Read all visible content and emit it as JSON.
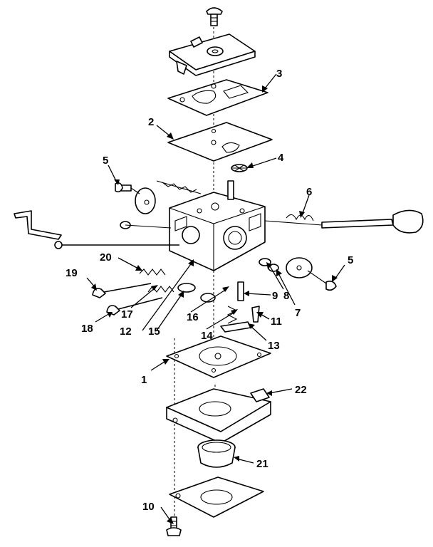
{
  "callouts": [
    {
      "text": "1"
    },
    {
      "text": "2"
    },
    {
      "text": "3"
    },
    {
      "text": "4"
    },
    {
      "text": "5"
    },
    {
      "text": "5"
    },
    {
      "text": "6"
    },
    {
      "text": "7"
    },
    {
      "text": "8"
    },
    {
      "text": "9"
    },
    {
      "text": "10"
    },
    {
      "text": "11"
    },
    {
      "text": "12"
    },
    {
      "text": "13"
    },
    {
      "text": "14"
    },
    {
      "text": "15"
    },
    {
      "text": "16"
    },
    {
      "text": "17"
    },
    {
      "text": "18"
    },
    {
      "text": "19"
    },
    {
      "text": "20"
    },
    {
      "text": "21"
    },
    {
      "text": "22"
    }
  ]
}
